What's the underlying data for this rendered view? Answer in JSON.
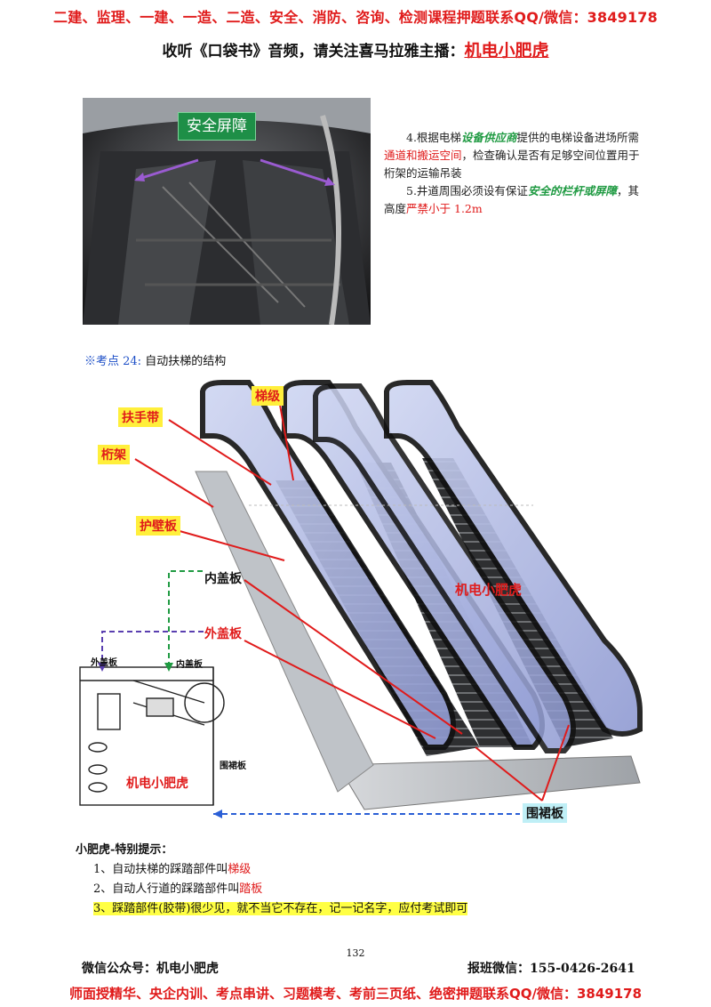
{
  "header": {
    "promo_line": "二建、监理、一建、一造、二造、安全、消防、咨询、检测课程押题联系QQ/微信：3849178",
    "listen_prefix": "收听《口袋书》音频，请关注喜马拉雅主播：",
    "host_name": "机电小肥虎"
  },
  "photo": {
    "label": "安全屏障"
  },
  "notes": {
    "item4_a": "4.根据电梯",
    "item4_supplier": "设备供应商",
    "item4_b": "提供的电梯设备进场所需",
    "item4_path": "通道和搬运空间",
    "item4_c": "，检查确认是否有足够空间位置用于桁架的运输吊装",
    "item5_a": "5.井道周围必须设有保证",
    "item5_barrier": "安全的栏杆或屏障",
    "item5_b": "，其高度",
    "item5_limit": "严禁小于 1.2m"
  },
  "section": {
    "mark": "※考点 24:",
    "title": "自动扶梯的结构"
  },
  "diagram": {
    "labels": {
      "handrail": "扶手带",
      "step": "梯级",
      "truss": "桁架",
      "balustrade": "护壁板",
      "inner_deck": "内盖板",
      "outer_deck": "外盖板",
      "skirt": "围裙板",
      "watermark": "机电小肥虎",
      "small_outer": "外盖板",
      "small_inner": "内盖板",
      "small_skirt": "围裙板",
      "small_watermark": "机电小肥虎"
    }
  },
  "tips": {
    "title": "小肥虎-特别提示：",
    "tip1_a": "1、自动扶梯的踩踏部件叫",
    "tip1_b": "梯级",
    "tip2_a": "2、自动人行道的踩踏部件叫",
    "tip2_b": "踏板",
    "tip3": "3、踩踏部件(胶带)很少见，就不当它不存在，记一记名字，应付考试即可"
  },
  "footer": {
    "page_number": "132",
    "wechat_account": "微信公众号：机电小肥虎",
    "class_wechat": "报班微信：155-0426-2641",
    "promo_line": "师面授精华、央企内训、考点串讲、习题模考、考前三页纸、绝密押题联系QQ/微信：3849178"
  },
  "colors": {
    "accent_red": "#e01b1b",
    "accent_green": "#1f9a42",
    "label_yellow": "#ffef3b"
  }
}
